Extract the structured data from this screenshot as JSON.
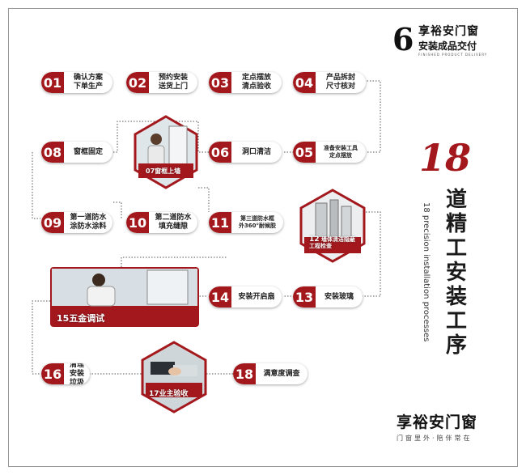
{
  "brand": {
    "top_line1": "享裕安门窗",
    "top_line2": "安装成品交付",
    "top_line3": "FINISHED PRODUCT DELIVERY",
    "logo_glyph": "6",
    "bottom_name": "享裕安门窗",
    "bottom_slogan": "门窗里外·陪伴常在"
  },
  "headline": {
    "number": "18",
    "title": "道精工安装工序",
    "subtitle": "18 precision installation processes"
  },
  "steps": [
    {
      "num": "01",
      "label": "确认方案\n下单生产"
    },
    {
      "num": "02",
      "label": "预约安装\n送货上门"
    },
    {
      "num": "03",
      "label": "定点摆放\n清点验收"
    },
    {
      "num": "04",
      "label": "产品拆封\n尺寸核对"
    },
    {
      "num": "05",
      "label": "准备安装工具\n定点摆放"
    },
    {
      "num": "06",
      "label": "洞口清洁"
    },
    {
      "num": "07",
      "label": "窗框上墙"
    },
    {
      "num": "08",
      "label": "窗框固定"
    },
    {
      "num": "09",
      "label": "第一道防水\n涂防水涂料"
    },
    {
      "num": "10",
      "label": "第二道防水\n填充缝隙"
    },
    {
      "num": "11",
      "label": "第三道防水框\n外360°耐候胶"
    },
    {
      "num": "12",
      "label": "墙体清洁隐蔽\n工程检查"
    },
    {
      "num": "13",
      "label": "安装玻璃"
    },
    {
      "num": "14",
      "label": "安装开启扇"
    },
    {
      "num": "15",
      "label": "五金调试"
    },
    {
      "num": "16",
      "label": "清理\n安装垃圾"
    },
    {
      "num": "17",
      "label": "业主验收"
    },
    {
      "num": "18",
      "label": "满意度调查"
    }
  ],
  "colors": {
    "accent": "#a3181d",
    "line": "#555555"
  }
}
